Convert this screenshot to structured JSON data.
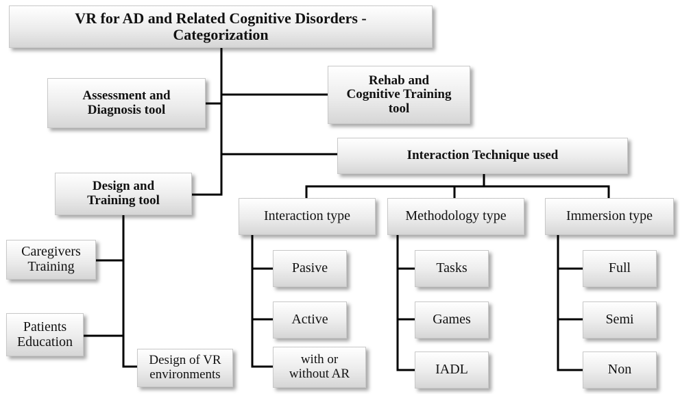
{
  "title": "VR for AD and Related Cognitive Disorders -\nCategorization",
  "categories": {
    "assessment": "Assessment and\nDiagnosis tool",
    "rehab": "Rehab and\nCognitive Training\ntool",
    "interaction": "Interaction Technique used",
    "design": "Design and\nTraining tool"
  },
  "design_children": {
    "caregivers": "Caregivers\nTraining",
    "patients": "Patients\nEducation",
    "vr_env": "Design of VR\nenvironments"
  },
  "interaction_groups": {
    "interaction_type": {
      "label": "Interaction type",
      "items": [
        "Pasive",
        "Active",
        "with or\nwithout AR"
      ]
    },
    "methodology_type": {
      "label": "Methodology type",
      "items": [
        "Tasks",
        "Games",
        "IADL"
      ]
    },
    "immersion_type": {
      "label": "Immersion type",
      "items": [
        "Full",
        "Semi",
        "Non"
      ]
    }
  }
}
